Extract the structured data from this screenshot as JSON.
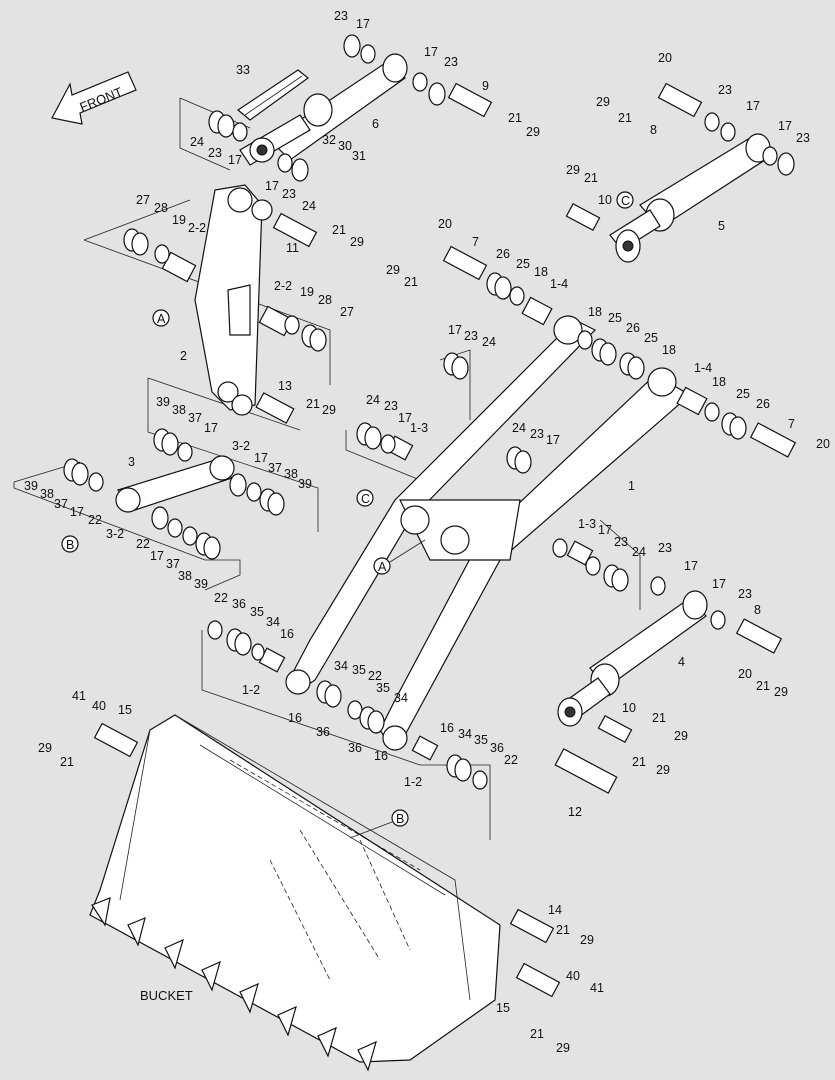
{
  "bucket_label": "BUCKET",
  "front_label": "FRONT",
  "callouts": {
    "a": "A",
    "b": "B",
    "c": "C"
  },
  "parts": {
    "p1": "1",
    "p1_3": "1-3",
    "p1_4": "1-4",
    "p1_2": "1-2",
    "p2": "2",
    "p2_2": "2-2",
    "p3": "3",
    "p3_2": "3-2",
    "p4": "4",
    "p5": "5",
    "p6": "6",
    "p7": "7",
    "p8": "8",
    "p9": "9",
    "p10": "10",
    "p11": "11",
    "p12": "12",
    "p13": "13",
    "p14": "14",
    "p15": "15",
    "p16": "16",
    "p17": "17",
    "p18": "18",
    "p19": "19",
    "p20": "20",
    "p21": "21",
    "p22": "22",
    "p23": "23",
    "p24": "24",
    "p25": "25",
    "p26": "26",
    "p27": "27",
    "p28": "28",
    "p29": "29",
    "p30": "30",
    "p31": "31",
    "p32": "32",
    "p33": "33",
    "p34": "34",
    "p35": "35",
    "p36": "36",
    "p37": "37",
    "p38": "38",
    "p39": "39",
    "p40": "40",
    "p41": "41"
  }
}
